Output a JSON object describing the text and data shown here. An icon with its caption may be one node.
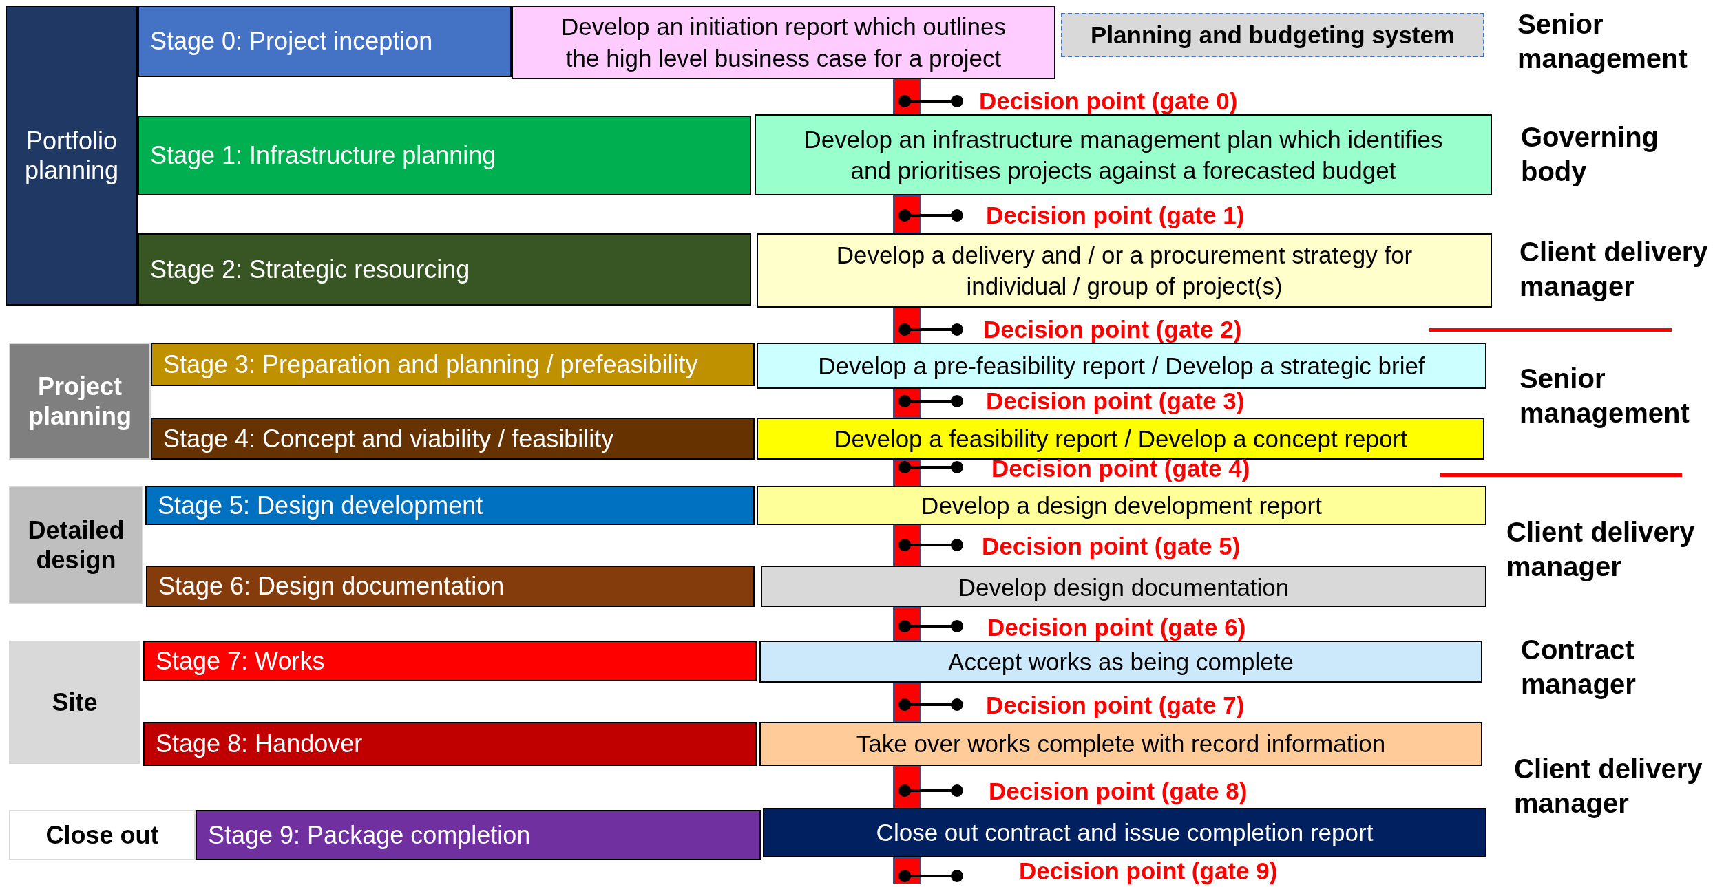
{
  "diagram": {
    "nodes": [
      {
        "text": [
          "Portfolio planning"
        ]
      },
      {
        "text": [
          "Stage 0: Project inception"
        ]
      },
      {
        "text": [
          "Develop an initiation report which outlines the high level business case for a project"
        ]
      },
      {
        "text": [
          "Planning and budgeting system"
        ]
      },
      {
        "text": [
          "Stage 1: Infrastructure planning"
        ]
      },
      {
        "text": [
          "Develop an infrastructure management plan which identifies and prioritises projects against a forecasted budget"
        ]
      },
      {
        "text": [
          "Stage 2: Strategic resourcing"
        ]
      },
      {
        "text": [
          "Develop a delivery and / or a procurement strategy for individual / group of project(s)"
        ]
      },
      {
        "text": [
          "Project planning"
        ]
      },
      {
        "text": [
          "Stage 3: Preparation and planning / prefeasibility"
        ]
      },
      {
        "text": [
          "Develop a pre-feasibility report / Develop a strategic brief"
        ]
      },
      {
        "text": [
          "Stage 4: Concept and viability / feasibility"
        ]
      },
      {
        "text": [
          "Develop a feasibility report / Develop a concept report"
        ]
      },
      {
        "text": [
          "Detailed design"
        ]
      },
      {
        "text": [
          "Stage 5: Design development"
        ]
      },
      {
        "text": [
          "Develop a design development report"
        ]
      },
      {
        "text": [
          "Stage 6: Design documentation"
        ]
      },
      {
        "text": [
          "Develop design documentation"
        ]
      },
      {
        "text": [
          "Site"
        ]
      },
      {
        "text": [
          "Stage 7: Works"
        ]
      },
      {
        "text": [
          "Accept works as being complete"
        ]
      },
      {
        "text": [
          "Stage 8: Handover"
        ]
      },
      {
        "text": [
          "Take over works complete with record information"
        ]
      },
      {
        "text": [
          "Close out"
        ]
      },
      {
        "text": [
          "Stage 9: Package completion"
        ]
      },
      {
        "text": [
          "Close out contract and issue completion report"
        ]
      }
    ],
    "labels": [
      "Senior management",
      "Decision point (gate 0)",
      "Governing body",
      "Decision point (gate 1)",
      "Client delivery manager",
      "Decision point (gate 2)",
      "Senior management",
      "Decision point (gate 3)",
      "Decision point (gate 4)",
      "Client delivery manager",
      "Decision point (gate 5)",
      "Decision point (gate 6)",
      "Contract manager",
      "Decision point (gate 7)",
      "Client delivery manager",
      "Decision point (gate 8)",
      "Decision point (gate 9)"
    ]
  }
}
